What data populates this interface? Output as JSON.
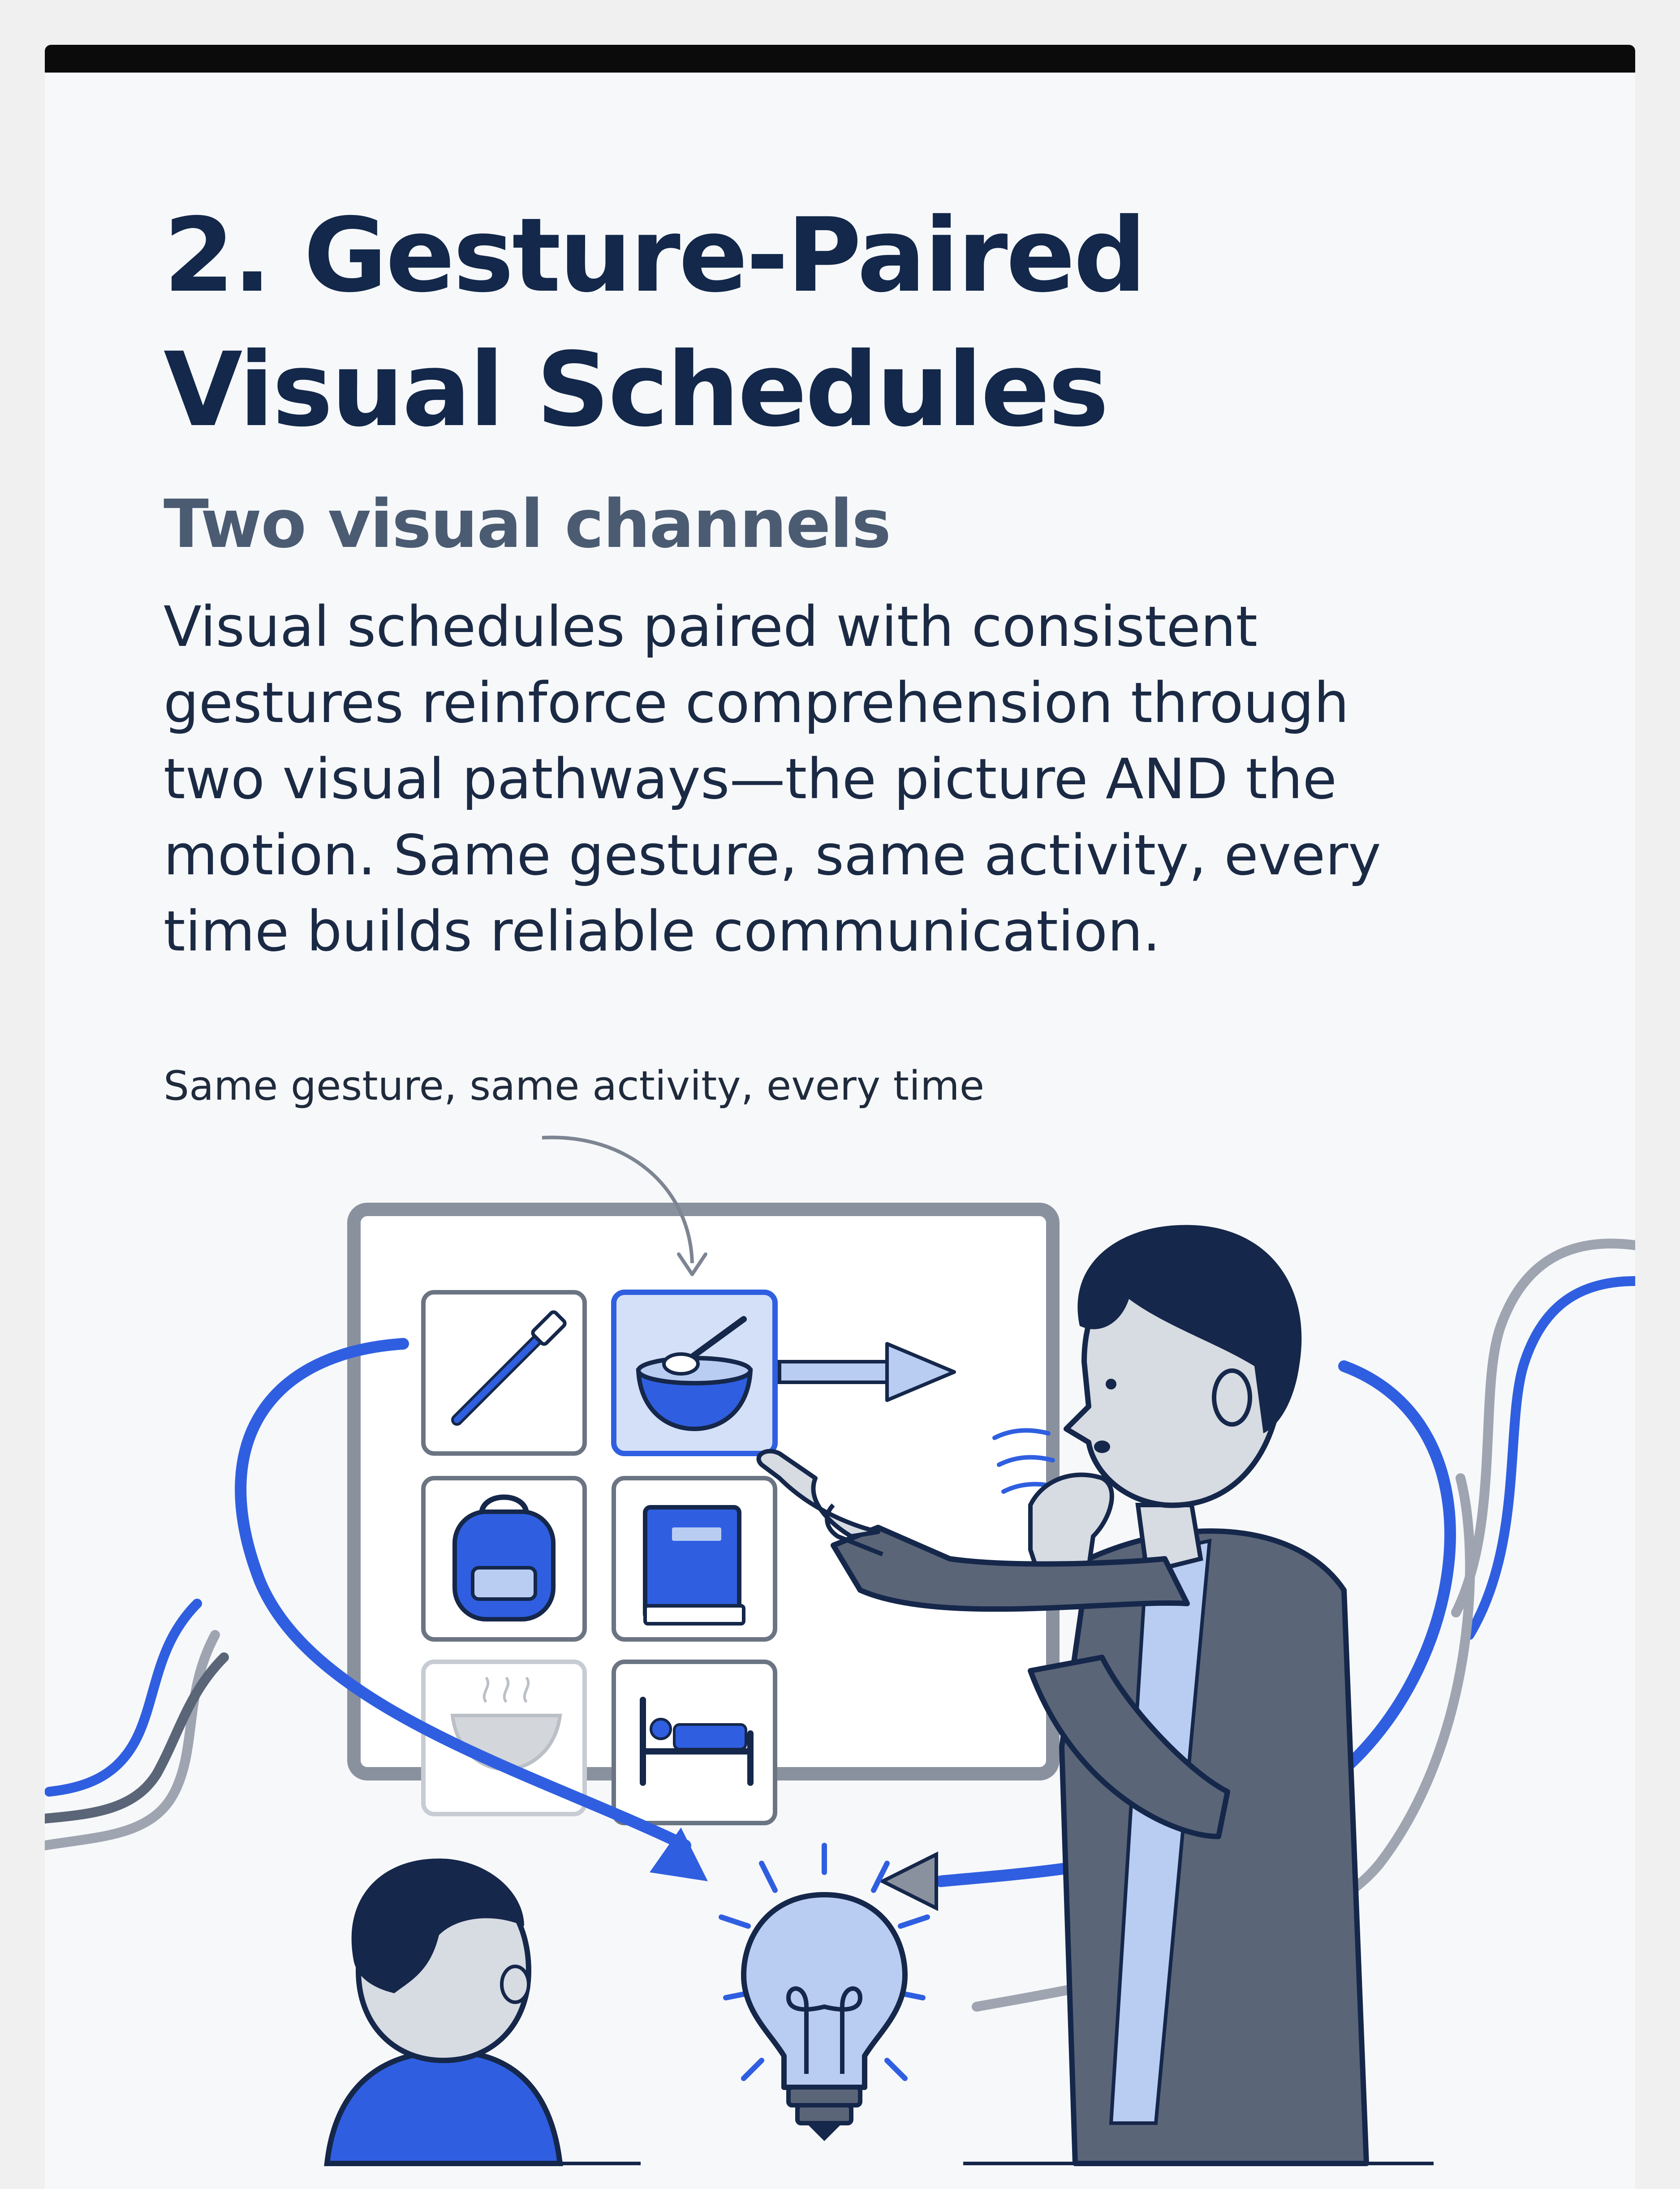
{
  "heading": {
    "title_line1": "2. Gesture-Paired",
    "title_line2": "Visual Schedules",
    "subtitle": "Two visual channels"
  },
  "body": {
    "text": "Visual schedules paired with consistent gestures reinforce comprehension through two visual pathways—the picture AND the motion. Same gesture, same activity, every time builds reliable communication."
  },
  "illustration": {
    "caption": "Same gesture, same activity, every time",
    "schedule_icons": [
      "toothbrush-icon",
      "bowl-icon",
      "backpack-icon",
      "book-icon",
      "soup-bowl-icon",
      "bed-icon"
    ],
    "highlighted_icon": "bowl-icon",
    "colors": {
      "navy": "#15274a",
      "blue": "#2f5fe0",
      "light_blue": "#b9cdf2",
      "gray": "#9ea5b1",
      "jacket": "#5b6578"
    }
  }
}
